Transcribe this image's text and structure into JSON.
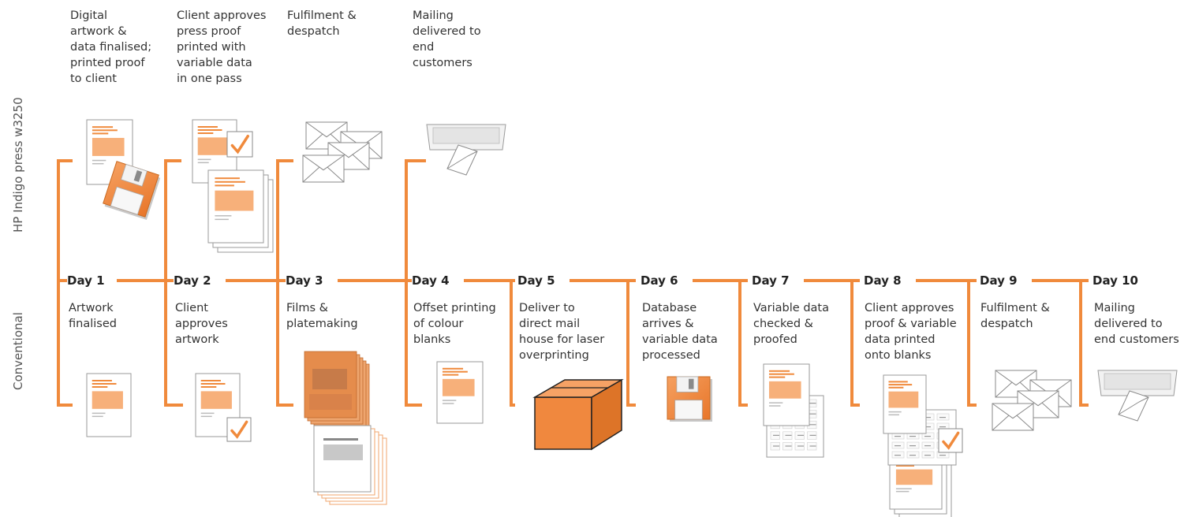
{
  "lanes": {
    "top": "HP Indigo press w3250",
    "bottom": "Conventional"
  },
  "colors": {
    "accent": "#f08a3c",
    "doc_fill": "#f7b07a",
    "line": "#9a9a9a"
  },
  "hp_steps": [
    {
      "text": "Digital\nartwork &\ndata finalised;\nprinted proof\nto client",
      "icon": "document-and-floppy-disk-icon"
    },
    {
      "text": "Client approves\npress proof\nprinted with\nvariable data\nin one pass",
      "icon": "proof-with-checkmark-icon"
    },
    {
      "text": "Fulfilment &\ndespatch",
      "icon": "envelopes-icon"
    },
    {
      "text": "Mailing\ndelivered to\nend\ncustomers",
      "icon": "letter-tray-icon"
    }
  ],
  "days": [
    {
      "label": "Day 1",
      "text": "Artwork\nfinalised",
      "icon": "document-icon"
    },
    {
      "label": "Day 2",
      "text": "Client\napproves\nartwork",
      "icon": "document-with-checkmark-icon"
    },
    {
      "label": "Day 3",
      "text": "Films &\nplatemaking",
      "icon": "films-and-plates-icon"
    },
    {
      "label": "Day 4",
      "text": "Offset printing\nof colour\nblanks",
      "icon": "document-icon"
    },
    {
      "label": "Day 5",
      "text": "Deliver to\ndirect mail\nhouse for laser\noverprinting",
      "icon": "box-icon"
    },
    {
      "label": "Day 6",
      "text": "Database\narrives &\nvariable data\nprocessed",
      "icon": "floppy-disk-icon"
    },
    {
      "label": "Day 7",
      "text": "Variable data\nchecked &\nproofed",
      "icon": "document-and-label-sheet-icon"
    },
    {
      "label": "Day 8",
      "text": "Client approves\nproof & variable\ndata printed\nonto blanks",
      "icon": "proof-stack-with-checkmark-icon"
    },
    {
      "label": "Day 9",
      "text": "Fulfilment &\ndespatch",
      "icon": "envelopes-icon"
    },
    {
      "label": "Day 10",
      "text": "Mailing\ndelivered to\nend customers",
      "icon": "letter-tray-icon"
    }
  ]
}
